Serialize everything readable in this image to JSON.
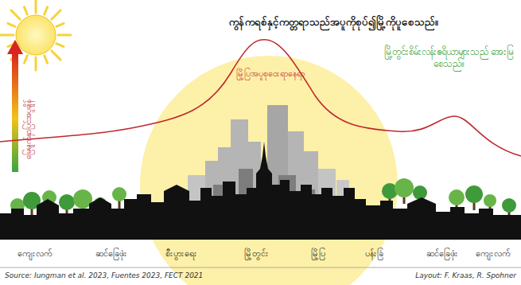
{
  "diagram": {
    "title": "ကွန်ကရစ်နှင့်ကတ္တရာသည်အပူကိုစုပ်၍မြို့ကိုပူစေသည်။",
    "labels": [
      "မြို့ပြအပူစုဝေးရာနေရာ",
      "မြို့တွင်းစိမ်းလန်းဧရိယာများသည် အေးမြစေသည်။",
      "မြေမျက်နှာပြင်အပူချိန်",
      "ကျေးလက်",
      "ဆင်ခြေဖုံး",
      "စီးပွားရေး",
      "မြို့တွင်း",
      "မြို့ပြ",
      "ပန်းခြံ",
      "ဆင်ခြေဖုံး",
      "ကျေးလက်",
      "Source: Iungman et al. 2023, Fuentes 2023, FECT 2021",
      "Layout: F. Kraas, R. Spohner"
    ]
  }
}
